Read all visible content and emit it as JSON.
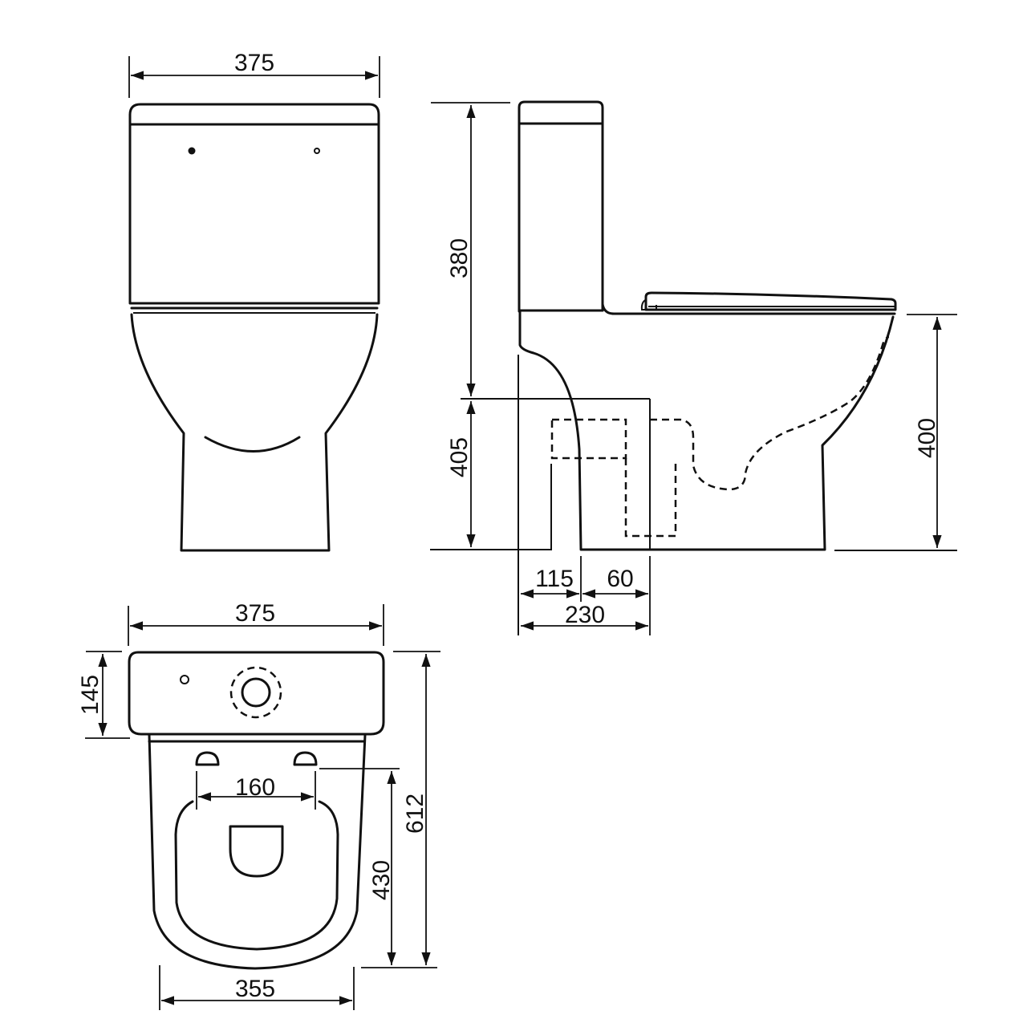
{
  "drawing": {
    "subject": "Close-coupled toilet technical dimension drawing",
    "units": "mm",
    "line_color": "#111111",
    "background": "#ffffff"
  },
  "front_view": {
    "width_label": "375"
  },
  "side_view": {
    "cistern_height_label": "380",
    "waste_height_label": "405",
    "seat_height_label": "400",
    "waste_offset_label": "115",
    "waste_width_label": "60",
    "overall_base_label": "230"
  },
  "top_view": {
    "cistern_width_label": "375",
    "cistern_depth_label": "145",
    "fixing_holes_label": "160",
    "overall_depth_label": "612",
    "seat_depth_label": "430",
    "pan_width_label": "355"
  }
}
